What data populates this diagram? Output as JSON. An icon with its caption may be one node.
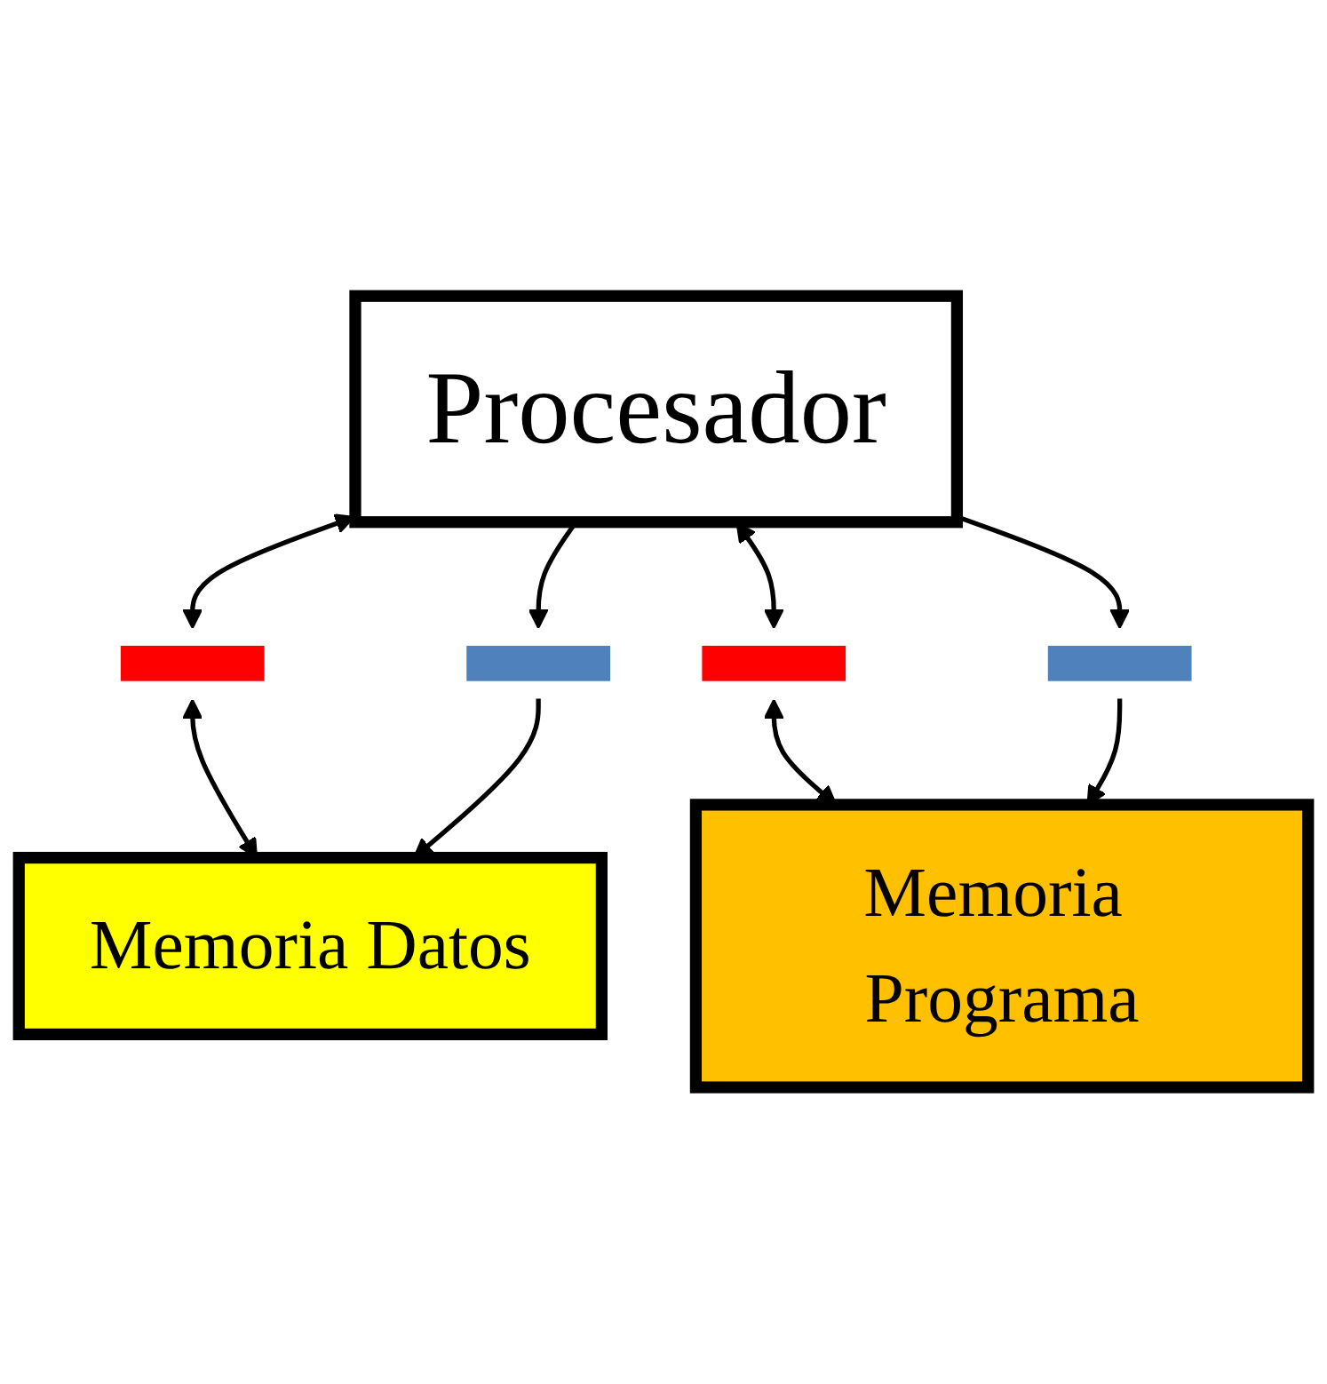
{
  "diagram": {
    "nodes": [
      {
        "text": [
          "Procesador"
        ]
      },
      {
        "text": [],
        "shape": "bar"
      },
      {
        "text": [],
        "shape": "bar"
      },
      {
        "text": [],
        "shape": "bar"
      },
      {
        "text": [],
        "shape": "bar"
      },
      {
        "text": [
          "Memoria Datos"
        ]
      },
      {
        "text": [
          "Memoria Programa"
        ]
      }
    ],
    "edges": [
      {
        "from": 0,
        "to": 1,
        "arrow": "both"
      },
      {
        "from": 0,
        "to": 2,
        "arrow": "to"
      },
      {
        "from": 1,
        "to": 5,
        "arrow": "both"
      },
      {
        "from": 2,
        "to": 5,
        "arrow": "to"
      },
      {
        "from": 0,
        "to": 3,
        "arrow": "both"
      },
      {
        "from": 0,
        "to": 4,
        "arrow": "to"
      },
      {
        "from": 3,
        "to": 6,
        "arrow": "both"
      },
      {
        "from": 4,
        "to": 6,
        "arrow": "to"
      }
    ]
  }
}
